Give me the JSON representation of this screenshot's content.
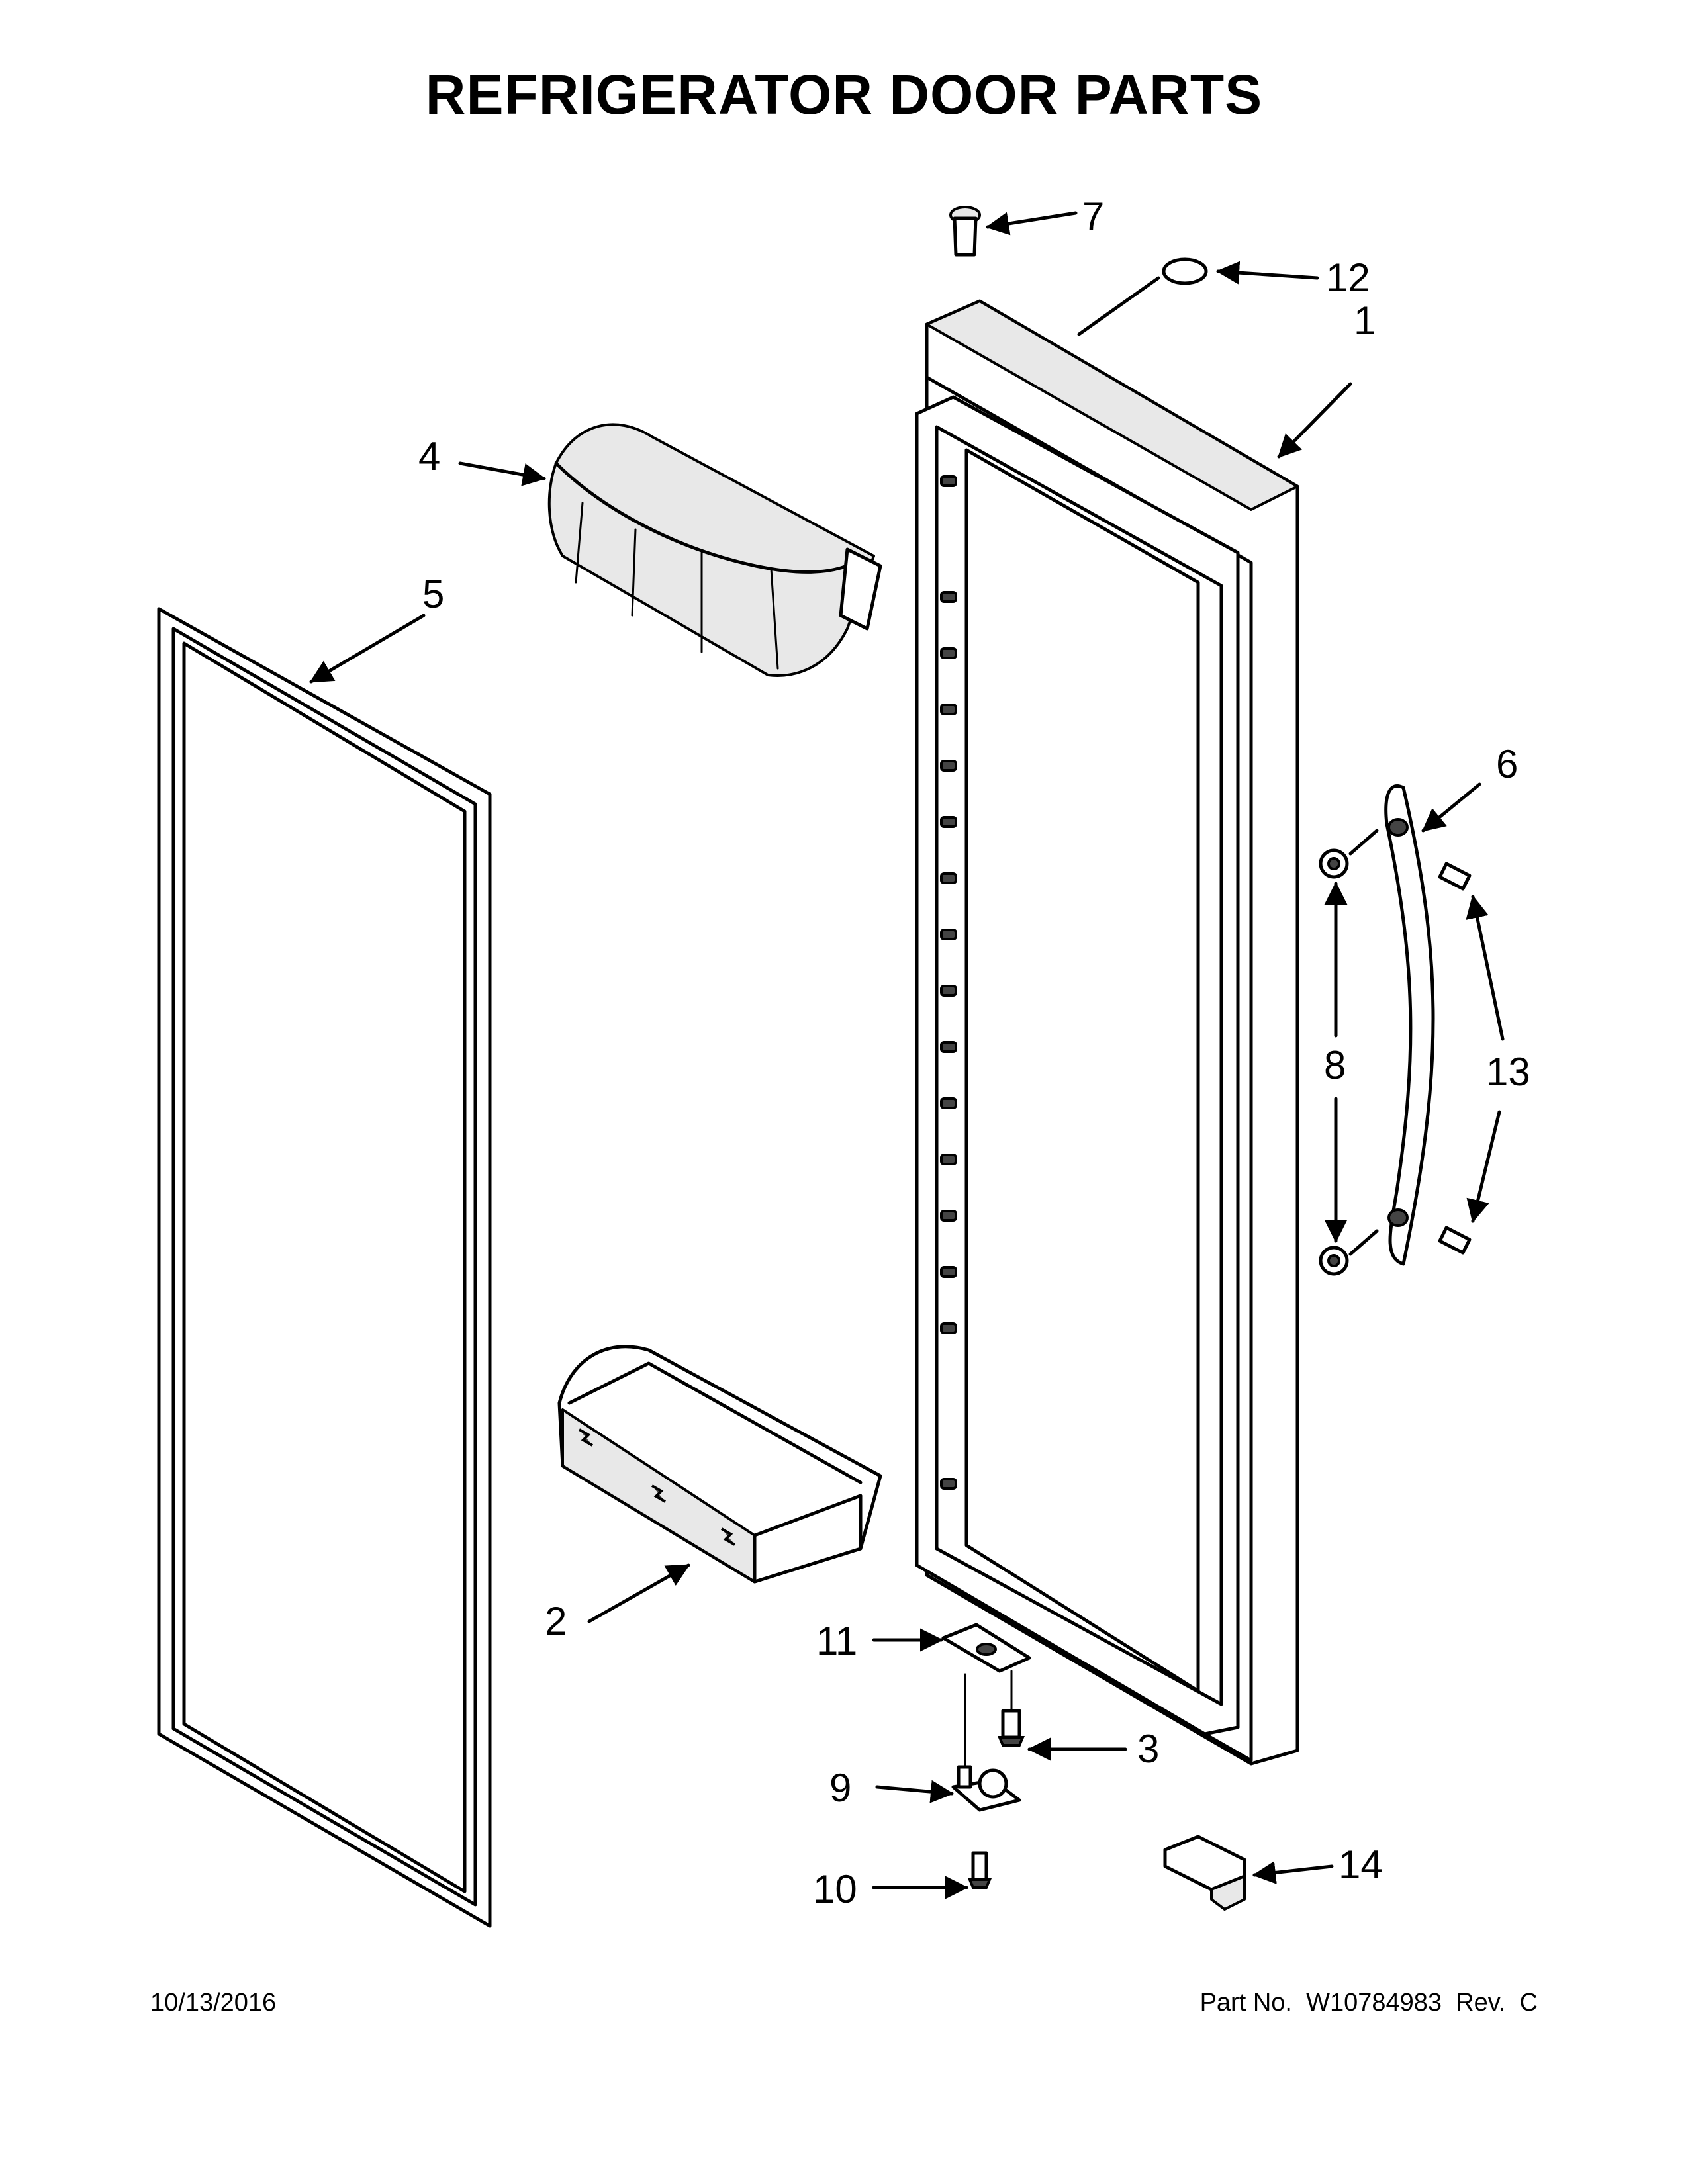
{
  "title": "REFRIGERATOR DOOR PARTS",
  "footer": {
    "date": "10/13/2016",
    "part_number": "Part No.  W10784983  Rev.  C"
  },
  "callouts": {
    "c1": "1",
    "c2": "2",
    "c3": "3",
    "c4": "4",
    "c5": "5",
    "c6": "6",
    "c7": "7",
    "c8": "8",
    "c9": "9",
    "c10": "10",
    "c11": "11",
    "c12": "12",
    "c13": "13",
    "c14": "14"
  }
}
